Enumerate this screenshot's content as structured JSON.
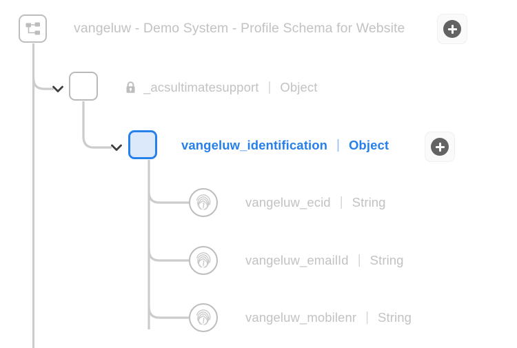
{
  "tree": {
    "root": {
      "icon": "sitemap-icon",
      "title": "vangeluw - Demo System - Profile Schema for Website",
      "add_button_icon": "plus-circle-icon"
    },
    "nodes": [
      {
        "id": "acsultimatesupport",
        "icon": "lock-icon",
        "name": "_acsultimatesupport",
        "separator": "|",
        "type": "Object",
        "selected": false,
        "expanded": true,
        "expander_icon": "chevron-down-icon"
      },
      {
        "id": "vangeluw_identification",
        "name": "vangeluw_identification",
        "separator": "|",
        "type": "Object",
        "selected": true,
        "expanded": true,
        "expander_icon": "chevron-down-icon",
        "add_button_icon": "plus-circle-icon"
      }
    ],
    "leaves": [
      {
        "id": "vangeluw_ecid",
        "icon": "fingerprint-icon",
        "name": "vangeluw_ecid",
        "separator": "|",
        "type": "String"
      },
      {
        "id": "vangeluw_emailId",
        "icon": "fingerprint-icon",
        "name": "vangeluw_emailId",
        "separator": "|",
        "type": "String"
      },
      {
        "id": "vangeluw_mobilenr",
        "icon": "fingerprint-icon",
        "name": "vangeluw_mobilenr",
        "separator": "|",
        "type": "String"
      }
    ]
  },
  "colors": {
    "accent": "#2680eb",
    "accent_fill": "#dce9fb",
    "text_muted": "#c2c2c2",
    "line": "#cccccc",
    "node_border": "#bdbdbd",
    "plus_circle": "#636363"
  }
}
